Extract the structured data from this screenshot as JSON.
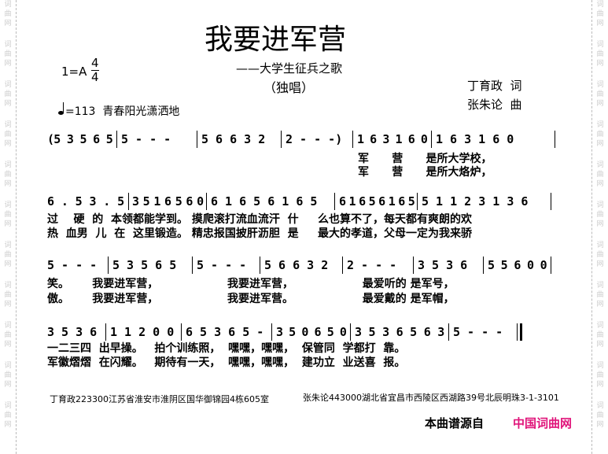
{
  "watermark": [
    "词",
    "曲",
    "网"
  ],
  "title": "我要进军营",
  "subtitle": "——大学生征兵之歌",
  "performance": "（独唱）",
  "key": "1=A",
  "time_signature": {
    "top": "4",
    "bottom": "4"
  },
  "lyricist": "丁育政  词",
  "composer": "张朱论  曲",
  "tempo": "=113",
  "expression": "青春阳光潇洒地",
  "rows": [
    {
      "measures": [
        "(5 3 5 6 5",
        "5 - - -",
        "5 6 6 3 2",
        "2 - - -)",
        "1 6 3 1 6 0",
        "1 6 3 1 6 0"
      ],
      "lyrics": [
        "军      营      是所大学校，",
        "军      营      是所大烙炉，"
      ]
    },
    {
      "measures": [
        "6 . 5 3 . 5",
        "3 5 1 6 5 6 0",
        "6 1 6 5 6 1 6 5",
        "6 1 6 5 6 1 6 5",
        "5 1 1 2 3 1 3 6"
      ],
      "lyrics": [
        "过    硬  的  本领都能学到。 摸爬滚打流血流汗  什     么也算不了，每天都有爽朗的欢",
        "热  血男  儿  在  这里锻造。 精忠报国披肝沥胆  是     最大的孝道，父母一定为我来骄"
      ]
    },
    {
      "measures": [
        "5 - - -",
        "5 3 5 6 5",
        "5 - - -",
        "5 6 6 3 2",
        "2 - - -",
        "3 5 3 6",
        "5 5 6 0 0"
      ],
      "lyrics": [
        "笑。      我要进军营，                  我要进军营，                  最爱听的 是军号，",
        "傲。      我要进军营，                  我要进军营。                  最爱戴的 是军帽，"
      ]
    },
    {
      "measures": [
        "3 5 3 6",
        "1 1 2 0 0",
        "6 5 3 6 5 -",
        "3 5 0 6 5 0",
        "3 5 3 6 5 6 3",
        "5 - - -"
      ],
      "lyrics": [
        "一二三四  出早操。   拍个训练照，  嘿嘿，嘿嘿，  保管同  学都打  靠。",
        "军徽熠熠  在闪耀。   期待有一天，  嘿嘿，嘿嘿，  建功立  业送喜  报。"
      ]
    }
  ],
  "footer": {
    "lyricist_address": "丁育政223300江苏省淮安市淮阴区国华御锦园4栋605室",
    "composer_address": "张朱论443000湖北省宜昌市西陵区西湖路39号北辰明珠3-1-3101",
    "source_label": "本曲谱源自",
    "source_site": "中国词曲网",
    "source_color": "#e0147a"
  }
}
